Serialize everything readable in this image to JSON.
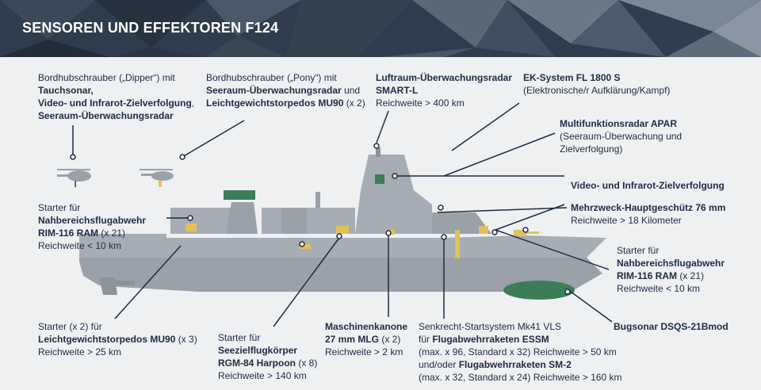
{
  "title": "SENSOREN UND EFFEKTOREN F124",
  "labels": {
    "dipper": {
      "l1": "Bordhubschrauber („Dipper“) mit",
      "l2": "Tauchsonar,",
      "l3a": "Video- und Infrarot-Zielverfolgung",
      "l3b": ",",
      "l4": "Seeraum-Überwachungsradar"
    },
    "pony": {
      "l1": "Bordhubschrauber („Pony“) mit",
      "l2a": "Seeraum-Überwachungsradar",
      "l2b": " und",
      "l3a": "Leichtgewichtstorpedos MU90",
      "l3b": " (x 2)"
    },
    "smartl": {
      "l1": "Luftraum-Überwachungsradar",
      "l2": "SMART-L",
      "l3": "Reichweite > 400 km"
    },
    "ek": {
      "l1": "EK-System FL 1800 S",
      "l2": "(Elektronische/r Aufklärung/Kampf)"
    },
    "apar": {
      "l1": "Multifunktionsradar APAR",
      "l2": "(Seeraum-Überwachung und",
      "l3": "Zielverfolgung)"
    },
    "video": {
      "l1": "Video- und Infrarot-Zielverfolgung"
    },
    "gun": {
      "l1": "Mehrzweck-Hauptgeschütz 76 mm",
      "l2": "Reichweite > 18 Kilometer"
    },
    "ramfwd": {
      "l1": "Starter für",
      "l2": "Nahbereichsflugabwehr",
      "l3a": "RIM-116 RAM",
      "l3b": " (x 21)",
      "l4": "Reichweite < 10 km"
    },
    "bugsonar": {
      "l1": "Bugsonar DSQS-21Bmod"
    },
    "vls": {
      "l1": "Senkrecht-Startsystem Mk41 VLS",
      "l2a": "für ",
      "l2b": "Flugabwehrraketen ESSM",
      "l3": "(max. x 96, Standard x 32) Reichweite > 50 km",
      "l4a": "und/oder ",
      "l4b": "Flugabwehrraketen SM-2",
      "l5": "(max. x 32, Standard x 24) Reichweite > 160 km"
    },
    "mk": {
      "l1": "Maschinenkanone",
      "l2a": "27 mm MLG",
      "l2b": " (x 2)",
      "l3": "Reichweite > 2 km"
    },
    "harpoon": {
      "l1": "Starter für",
      "l2": "Seezielflugkörper",
      "l3a": "RGM-84 Harpoon",
      "l3b": " (x 8)",
      "l4": "Reichweite > 140 km"
    },
    "torp": {
      "l1": "Starter (x 2) für",
      "l2a": "Leichtgewichtstorpedos MU90",
      "l2b": " (x 3)",
      "l3": "Reichweite > 25 km"
    },
    "ramaft": {
      "l1": "Starter für",
      "l2": "Nahbereichsflugabwehr",
      "l3": "RIM-116 RAM",
      "l3b": " (x 21)",
      "l4": "Reichweite < 10 km"
    }
  },
  "colors": {
    "header_bg": "#2c3a4a",
    "ship_gray": "#a6adb4",
    "ship_dark": "#8c939a",
    "accent_green": "#3c7d58",
    "accent_yellow": "#e0c25a",
    "line": "#1f2b45"
  },
  "icons": [
    "helicopter-dipper-icon",
    "helicopter-pony-icon"
  ]
}
